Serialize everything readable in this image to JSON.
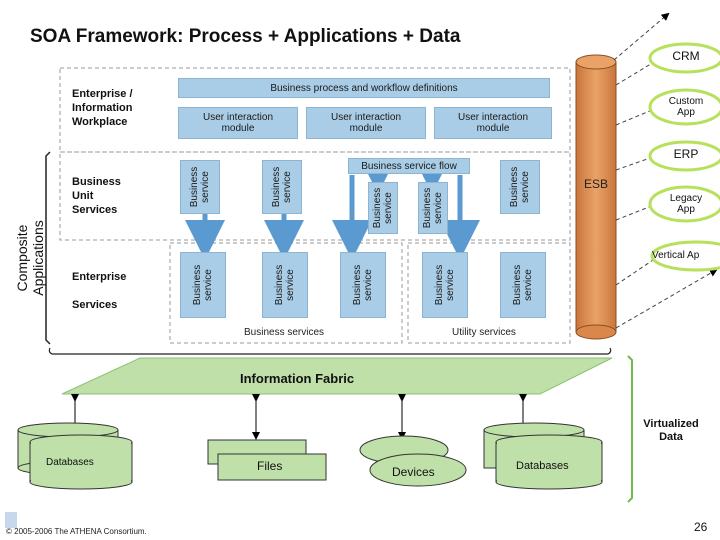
{
  "title": "SOA Framework: Process + Applications + Data",
  "layers": {
    "workplace": "Enterprise /\nInformation\nWorkplace",
    "business_unit": "Business\nUnit\nServices",
    "enterprise": "Enterprise\n\nServices"
  },
  "composite_label": "Composite\nApplications",
  "process_bar": "Business process and workflow definitions",
  "ui_modules": [
    "User interaction\nmodule",
    "User interaction\nmodule",
    "User interaction\nmodule"
  ],
  "business_service_flow": "Business service flow",
  "service_label": "Business\nservice",
  "business_services_group": "Business services",
  "utility_services_group": "Utility services",
  "esb_label": "ESB",
  "callouts": [
    {
      "label": "CRM",
      "color": "#b7e05b"
    },
    {
      "label": "Custom\nApp",
      "color": "#b7e05b"
    },
    {
      "label": "ERP",
      "color": "#b7e05b"
    },
    {
      "label": "Legacy\nApp",
      "color": "#b7e05b"
    },
    {
      "label": "Vertical Ap",
      "color": "#b7e05b"
    }
  ],
  "information_fabric": "Information Fabric",
  "virtualized_data": "Virtualized\nData",
  "data_sources": [
    "Databases",
    "Files",
    "Devices",
    "Databases"
  ],
  "footer": "© 2005-2006 The ATHENA Consortium.",
  "page_number": "26",
  "colors": {
    "service_blue": "#a9cde6",
    "esb_orange": "#e0955a",
    "data_green": "#bfe0a9",
    "callout_green": "#b7e05b"
  }
}
